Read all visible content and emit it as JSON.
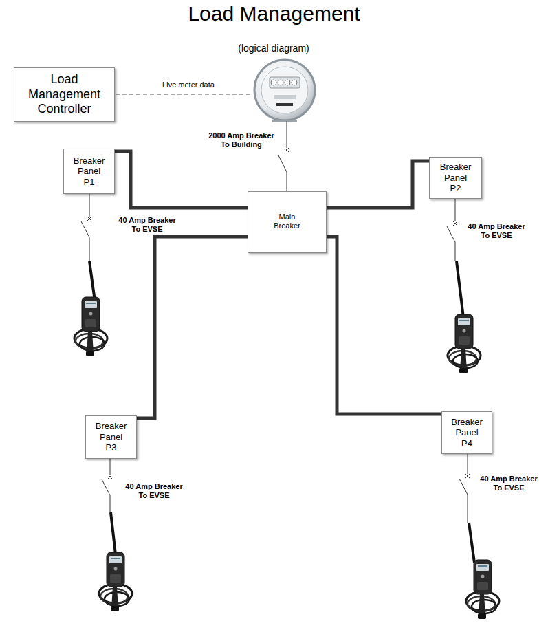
{
  "diagram": {
    "title": "Load Management",
    "nodes": [
      {
        "text": [
          "Load Management Controller"
        ]
      },
      {
        "text": [
          "Main Breaker"
        ]
      },
      {
        "text": [
          "Breaker Panel P1"
        ]
      },
      {
        "text": [
          "Breaker Panel P2"
        ]
      },
      {
        "text": [
          "Breaker Panel P3"
        ]
      },
      {
        "text": [
          "Breaker Panel P4"
        ]
      }
    ],
    "edges": [
      {
        "from": 1,
        "to": 2,
        "arrow": "none"
      },
      {
        "from": 1,
        "to": 3,
        "arrow": "none"
      },
      {
        "from": 1,
        "to": 4,
        "arrow": "none"
      },
      {
        "from": 1,
        "to": 5,
        "arrow": "none"
      }
    ],
    "labels": [
      "(logical diagram)",
      "Live meter data",
      "2000 Amp Breaker To Building",
      "40 Amp Breaker To EVSE",
      "40 Amp Breaker To EVSE",
      "40 Amp Breaker To EVSE",
      "40 Amp Breaker To EVSE"
    ]
  }
}
